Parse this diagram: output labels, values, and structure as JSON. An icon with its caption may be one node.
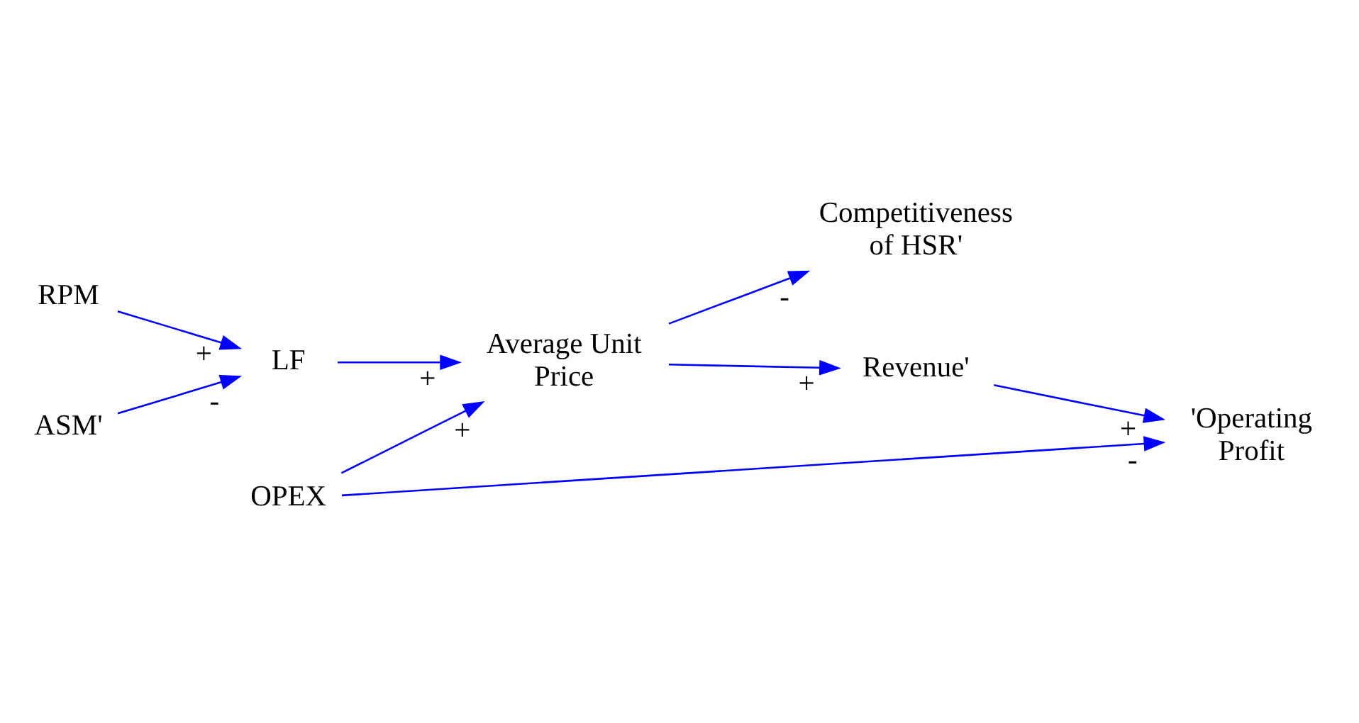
{
  "diagram": {
    "nodes": [
      {
        "text": [
          "Competitiveness of HSR'"
        ]
      },
      {
        "text": [
          "RPM"
        ]
      },
      {
        "text": [
          "LF"
        ]
      },
      {
        "text": [
          "Average Unit Price"
        ]
      },
      {
        "text": [
          "ASM'"
        ]
      },
      {
        "text": [
          "Revenue'"
        ]
      },
      {
        "text": [
          "OPEX"
        ]
      },
      {
        "text": [
          "'Operating Profit"
        ]
      }
    ],
    "edges": [
      {
        "from": 1,
        "to": 2,
        "arrow": "to",
        "label": "+"
      },
      {
        "from": 4,
        "to": 2,
        "arrow": "to",
        "label": "-"
      },
      {
        "from": 2,
        "to": 3,
        "arrow": "to",
        "label": "+"
      },
      {
        "from": 6,
        "to": 3,
        "arrow": "to",
        "label": "+"
      },
      {
        "from": 3,
        "to": 0,
        "arrow": "to",
        "label": "-"
      },
      {
        "from": 3,
        "to": 5,
        "arrow": "to",
        "label": "+"
      },
      {
        "from": 5,
        "to": 7,
        "arrow": "to",
        "label": "+"
      },
      {
        "from": 6,
        "to": 7,
        "arrow": "to",
        "label": "-"
      }
    ]
  }
}
